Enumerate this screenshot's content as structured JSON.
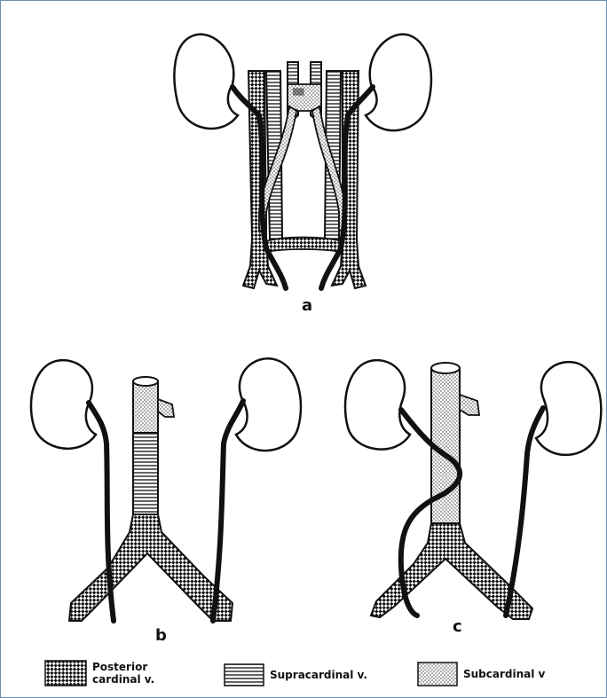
{
  "figure": {
    "panels": [
      {
        "label": "a"
      },
      {
        "label": "b"
      },
      {
        "label": "c"
      }
    ]
  },
  "legend": {
    "items": [
      {
        "line1": "Posterior",
        "line2": "cardinal v.",
        "pattern": "crosshatch"
      },
      {
        "line1": "Supracardinal v.",
        "line2": "",
        "pattern": "horizontal-lines"
      },
      {
        "line1": "Subcardinal v",
        "line2": "",
        "pattern": "stipple"
      }
    ]
  },
  "colors": {
    "ink": "#111111",
    "frame": "#6b8fb4",
    "background": "#ffffff"
  }
}
